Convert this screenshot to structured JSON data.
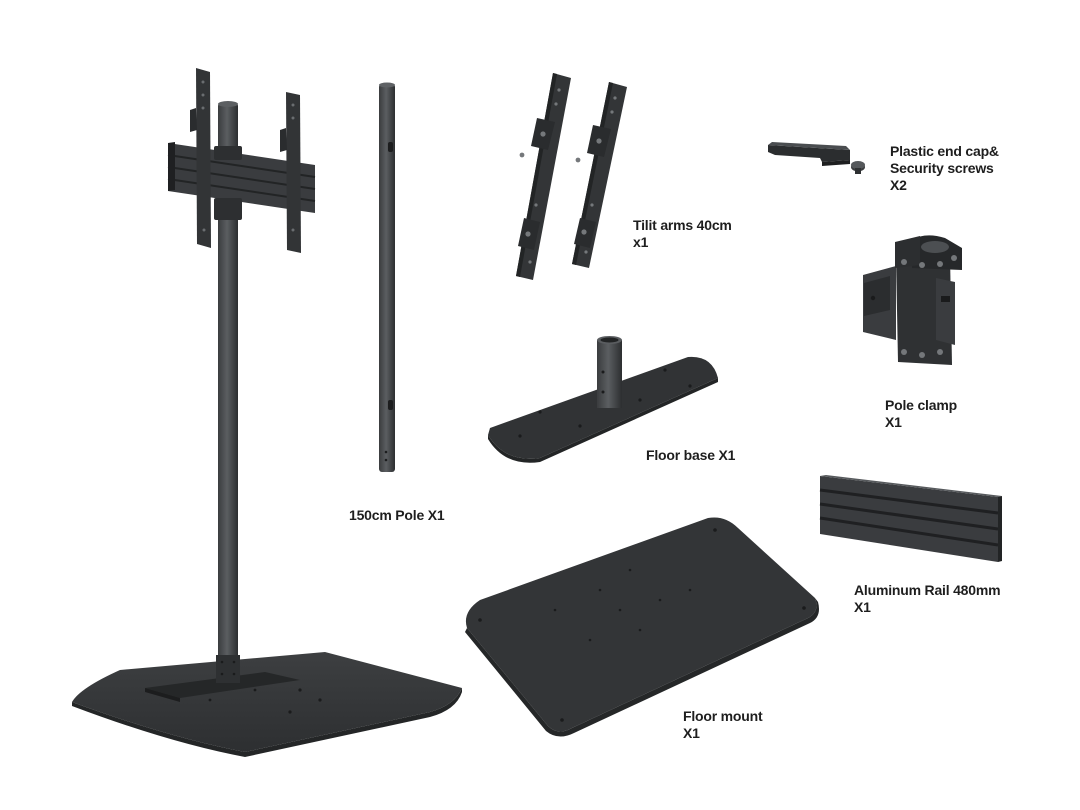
{
  "labels": {
    "pole": {
      "line1": "150cm Pole X1"
    },
    "tilt_arms": {
      "line1": "Tilit arms 40cm",
      "line2": "x1"
    },
    "end_cap": {
      "line1": "Plastic end cap&",
      "line2": "Security screws",
      "line3": "X2"
    },
    "pole_clamp": {
      "line1": "Pole clamp",
      "line2": "X1"
    },
    "floor_base": {
      "line1": "Floor base X1"
    },
    "rail": {
      "line1": "Aluminum Rail 480mm",
      "line2": "X1"
    },
    "floor_mount": {
      "line1": "Floor mount",
      "line2": "X1"
    }
  },
  "colors": {
    "metal_dark": "#2f3133",
    "metal_mid": "#44474a",
    "metal_light": "#5a5d60",
    "hole": "#1a1b1c",
    "label_text": "#1e1e1e"
  }
}
